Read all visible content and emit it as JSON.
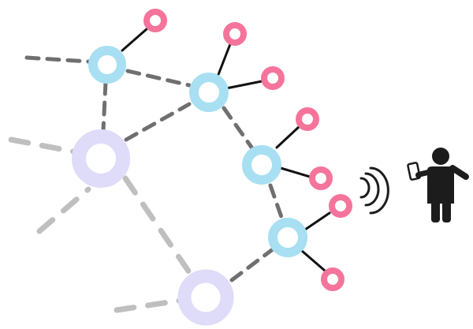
{
  "diagram": {
    "colors": {
      "background": "#ffffff",
      "gateway_node": "#a8dff2",
      "router_node": "#dedcf9",
      "sensor_node": "#f5749b",
      "strong_link": "#111111",
      "mesh_link": "#6f6f6f",
      "faint_link": "#bfbfbf",
      "person": "#1c1c1c",
      "signal": "#1c1c1c"
    },
    "node_types": [
      {
        "name": "gateway-node",
        "color_key": "gateway_node"
      },
      {
        "name": "router-node",
        "color_key": "router_node"
      },
      {
        "name": "sensor-node",
        "color_key": "sensor_node"
      }
    ],
    "icons": [
      "person-with-phone-icon",
      "wireless-signal-icon"
    ]
  }
}
